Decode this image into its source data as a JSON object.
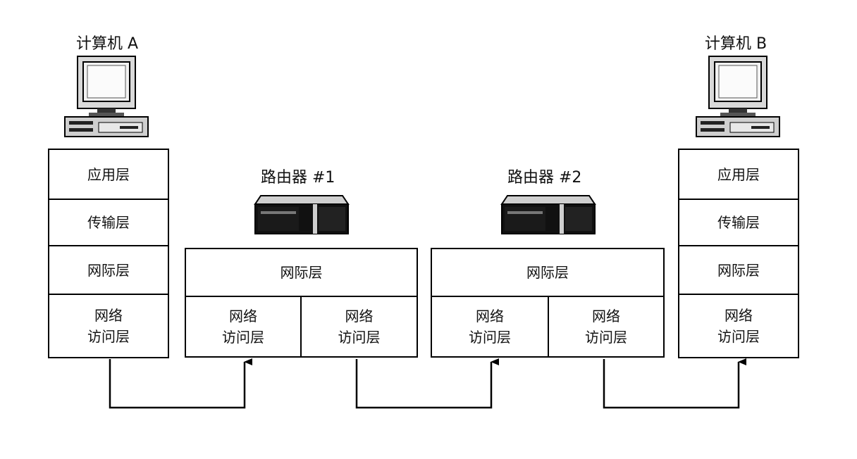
{
  "computer_a": {
    "title": "计算机 A",
    "layers": [
      "应用层",
      "传输层",
      "网际层",
      "网络\n访问层"
    ]
  },
  "computer_b": {
    "title": "计算机 B",
    "layers": [
      "应用层",
      "传输层",
      "网际层",
      "网络\n访问层"
    ]
  },
  "router_1": {
    "title": "路由器 #1",
    "top_layer": "网际层",
    "left_access": "网络\n访问层",
    "right_access": "网络\n访问层"
  },
  "router_2": {
    "title": "路由器 #2",
    "top_layer": "网际层",
    "left_access": "网络\n访问层",
    "right_access": "网络\n访问层"
  },
  "icons": {
    "computer": "desktop-computer-icon",
    "router": "router-device-icon"
  }
}
